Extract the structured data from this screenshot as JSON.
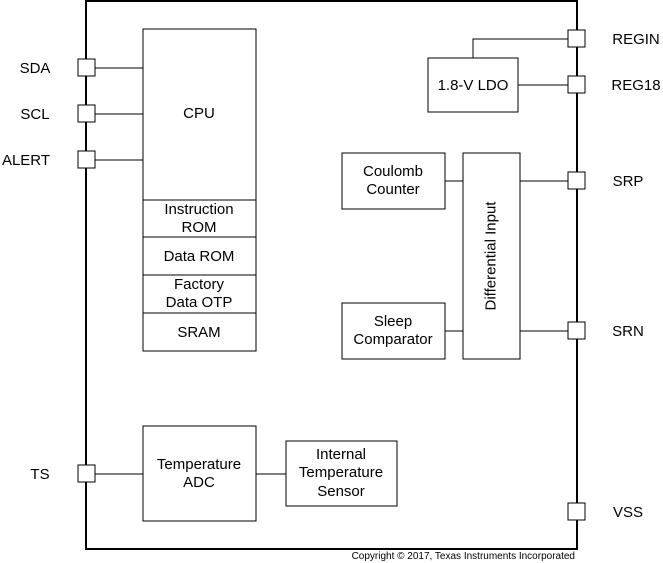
{
  "pins": {
    "sda": "SDA",
    "scl": "SCL",
    "alert": "ALERT",
    "ts": "TS",
    "regin": "REGIN",
    "reg18": "REG18",
    "srp": "SRP",
    "srn": "SRN",
    "vss": "VSS"
  },
  "blocks": {
    "cpu": "CPU",
    "instruction_rom": [
      "Instruction",
      "ROM"
    ],
    "data_rom": "Data ROM",
    "factory_data_otp": [
      "Factory",
      "Data OTP"
    ],
    "sram": "SRAM",
    "ldo": "1.8-V LDO",
    "coulomb_counter": [
      "Coulomb",
      "Counter"
    ],
    "sleep_comparator": [
      "Sleep",
      "Comparator"
    ],
    "differential_input": "Differential Input",
    "temperature_adc": [
      "Temperature",
      "ADC"
    ],
    "internal_temperature_sensor": [
      "Internal",
      "Temperature",
      "Sensor"
    ]
  },
  "copyright": "Copyright © 2017, Texas Instruments Incorporated"
}
